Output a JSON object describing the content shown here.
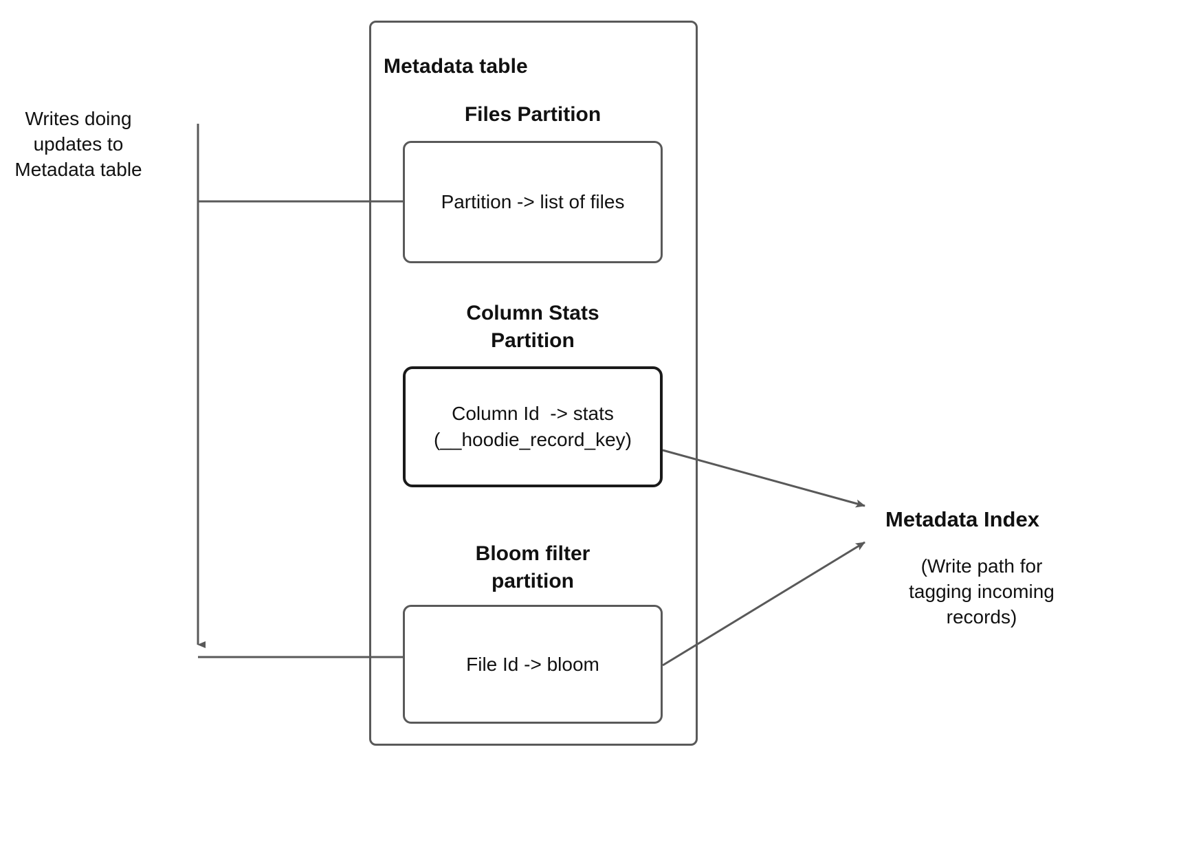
{
  "diagram": {
    "title": "Metadata table",
    "left_annotation": {
      "line1": "Writes doing",
      "line2": "updates to",
      "line3": "Metadata table"
    },
    "partitions": [
      {
        "heading_line1": "Files Partition",
        "heading_line2": "",
        "box_line1": "Partition -> list of files",
        "box_line2": ""
      },
      {
        "heading_line1": "Column Stats",
        "heading_line2": "Partition",
        "box_line1": "Column Id  -> stats",
        "box_line2": "(__hoodie_record_key)"
      },
      {
        "heading_line1": "Bloom filter",
        "heading_line2": "partition",
        "box_line1": "File Id -> bloom",
        "box_line2": ""
      }
    ],
    "right_label": {
      "title": "Metadata Index",
      "caption_line1": "(Write path for",
      "caption_line2": "tagging incoming",
      "caption_line3": "records)"
    },
    "colors": {
      "stroke": "#595959",
      "stroke_dark": "#1a1a1a",
      "arrow_fill": "#595959",
      "text": "#111111",
      "background": "#ffffff"
    }
  }
}
